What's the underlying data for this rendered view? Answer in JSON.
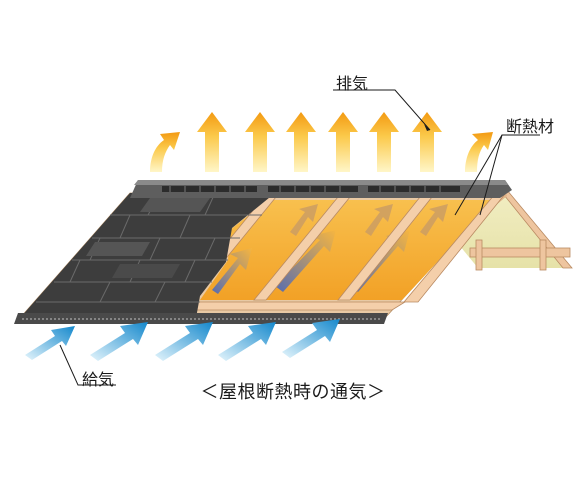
{
  "labels": {
    "exhaust": "排気",
    "insulation": "断熱材",
    "intake": "給気",
    "caption": "＜屋根断熱時の通気＞"
  },
  "colors": {
    "exhaust_arrow_top": "#f7a21b",
    "exhaust_arrow_bottom": "#fff4c2",
    "intake_arrow_start": "#d6f0fb",
    "intake_arrow_end": "#1a8fd1",
    "insulation": "#f5a623",
    "rafter": "#f3c9a4",
    "roof_shingle": "#3a3a3a",
    "ridge": "#555555"
  },
  "icons": [
    "up-arrow-icon",
    "diagonal-arrow-icon"
  ]
}
